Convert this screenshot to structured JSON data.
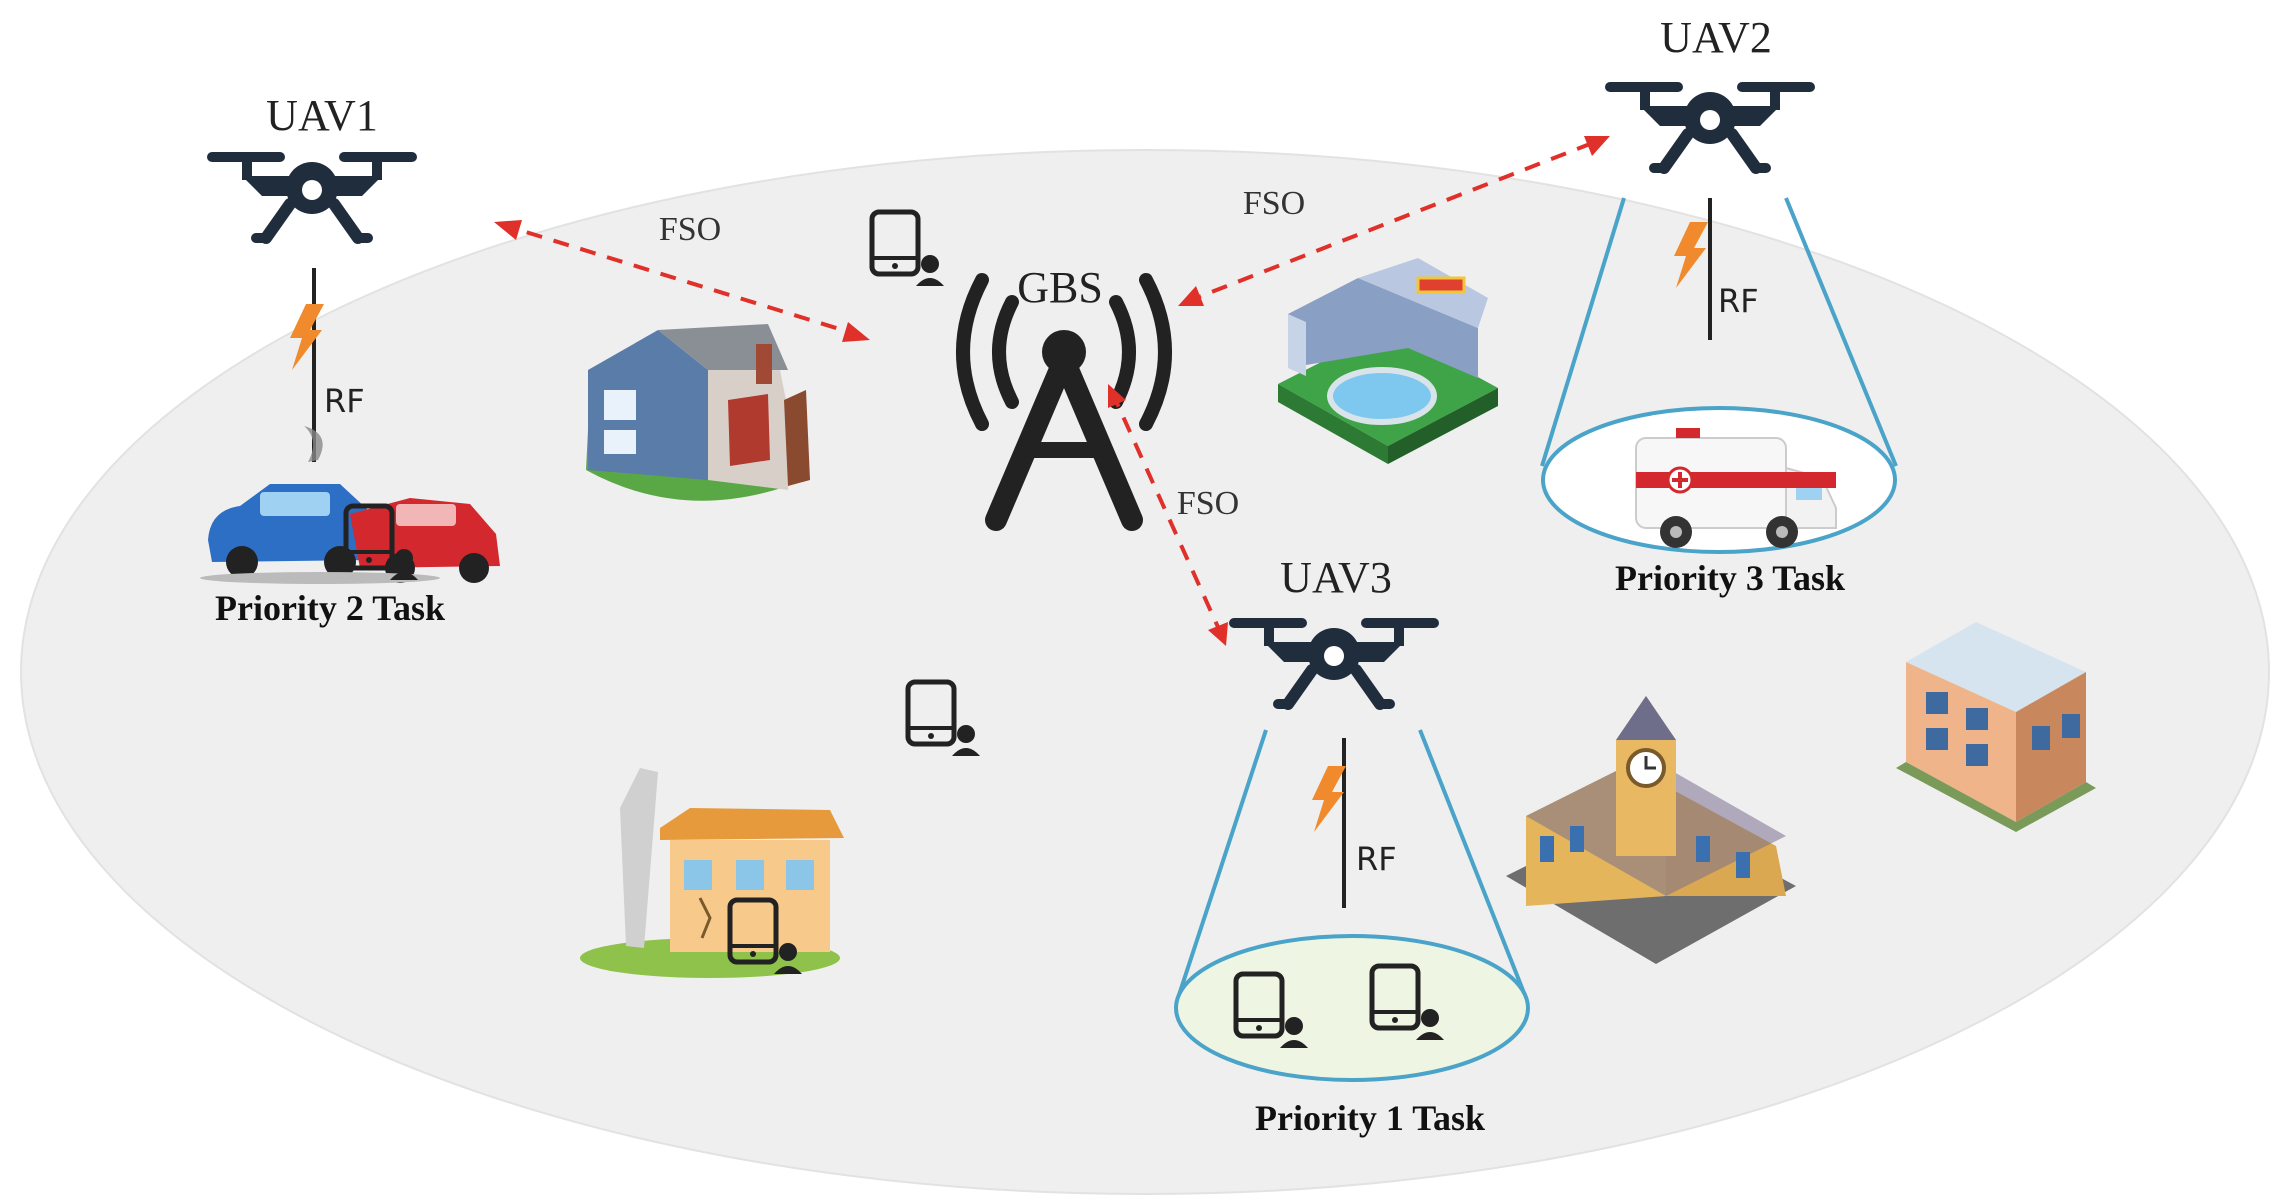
{
  "nodes": {
    "gbs": {
      "label": "GBS"
    },
    "uav1": {
      "label": "UAV1",
      "link_label": "RF",
      "task_label": "Priority 2 Task"
    },
    "uav2": {
      "label": "UAV2",
      "link_label": "RF",
      "task_label": "Priority 3 Task"
    },
    "uav3": {
      "label": "UAV3",
      "link_label": "RF",
      "task_label": "Priority 1 Task"
    }
  },
  "links": {
    "gbs_uav1": {
      "label": "FSO"
    },
    "gbs_uav2": {
      "label": "FSO"
    },
    "gbs_uav3": {
      "label": "FSO"
    }
  },
  "colors": {
    "coverage_area": "#efefef",
    "fso_link": "#e0302a",
    "beam": "#4aa3c8",
    "beam_fill": "#eef7fb",
    "drone": "#1f2d3d",
    "lightning": "#f08a2c"
  },
  "icons": [
    "drone-icon",
    "tower-icon",
    "tablet-user-icon",
    "lightning-icon",
    "house-icon",
    "hotel-pool-icon",
    "car-crash-icon",
    "damaged-house-icon",
    "ambulance-icon",
    "school-icon",
    "apartment-icon"
  ]
}
